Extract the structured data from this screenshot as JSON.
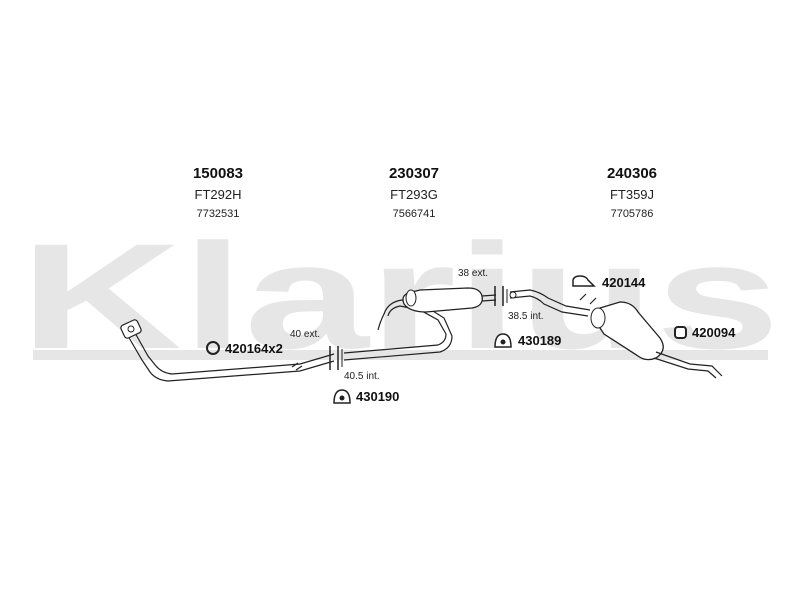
{
  "watermark": {
    "text": "Klarius",
    "color": "#e6e6e6"
  },
  "columns": [
    {
      "number": "150083",
      "code": "FT292H",
      "ref": "7732531"
    },
    {
      "number": "230307",
      "code": "FT293G",
      "ref": "7566741"
    },
    {
      "number": "240306",
      "code": "FT359J",
      "ref": "7705786"
    }
  ],
  "parts": {
    "gasket": "420164x2",
    "hanger_a": "430190",
    "hanger_b": "430189",
    "bracket": "420144",
    "rubber": "420094"
  },
  "dimensions": {
    "ext_a": "40 ext.",
    "int_a": "40.5 int.",
    "ext_b": "38 ext.",
    "int_b": "38.5 int."
  }
}
